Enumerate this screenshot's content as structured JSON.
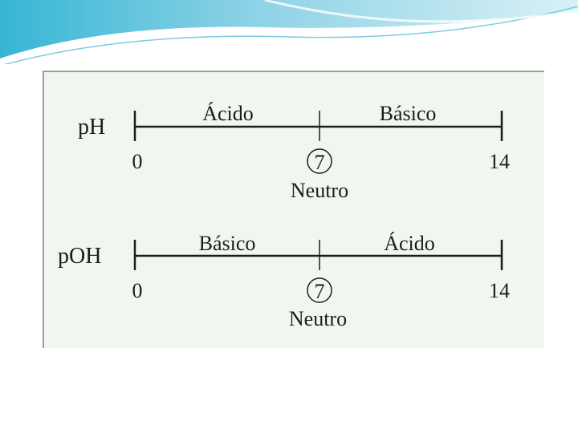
{
  "colors": {
    "panel_background": "#f1f7f0",
    "line": "#1c1c1c",
    "banner_light": "#bfe7f2",
    "banner_dark": "#36b6d4"
  },
  "scales": [
    {
      "label": "pH",
      "left_region": "Ácido",
      "right_region": "Básico",
      "min": "0",
      "mid": "7",
      "max": "14",
      "mid_label": "Neutro"
    },
    {
      "label": "pOH",
      "left_region": "Básico",
      "right_region": "Ácido",
      "min": "0",
      "mid": "7",
      "max": "14",
      "mid_label": "Neutro"
    }
  ]
}
